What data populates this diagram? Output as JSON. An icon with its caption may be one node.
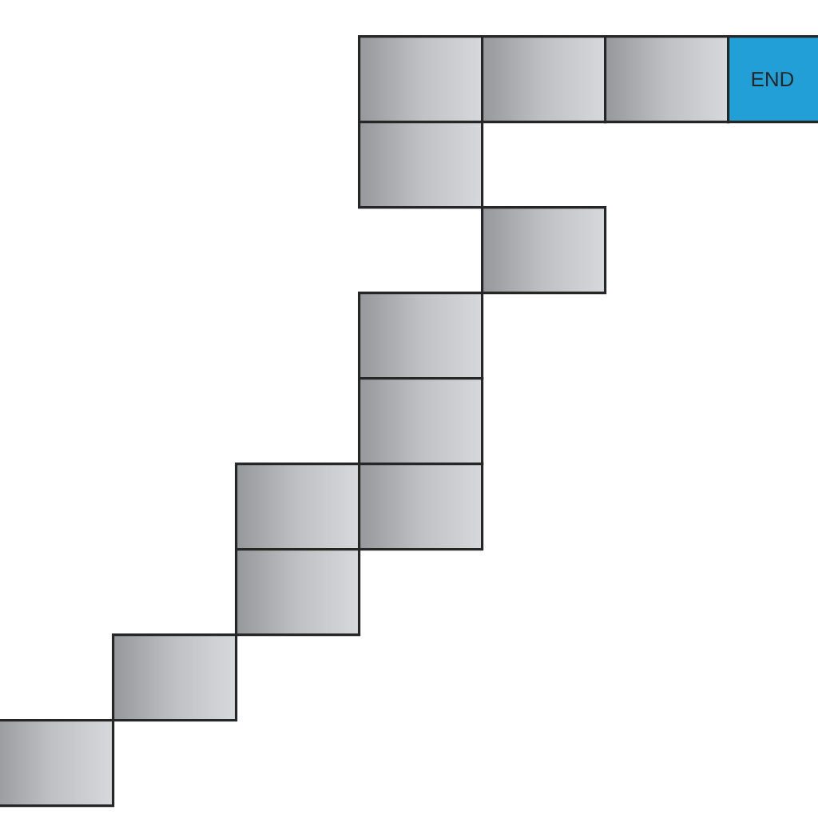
{
  "diagram": {
    "nodes": [
      {
        "text": [],
        "shape": "box"
      },
      {
        "text": [],
        "shape": "box"
      },
      {
        "text": [],
        "shape": "box"
      },
      {
        "text": [
          "END"
        ]
      },
      {
        "text": [],
        "shape": "box"
      },
      {
        "text": [],
        "shape": "box"
      },
      {
        "text": [],
        "shape": "box"
      },
      {
        "text": [],
        "shape": "box"
      },
      {
        "text": [],
        "shape": "box"
      },
      {
        "text": [],
        "shape": "box"
      },
      {
        "text": [],
        "shape": "box"
      },
      {
        "text": [],
        "shape": "box"
      },
      {
        "text": [],
        "shape": "box"
      }
    ]
  }
}
